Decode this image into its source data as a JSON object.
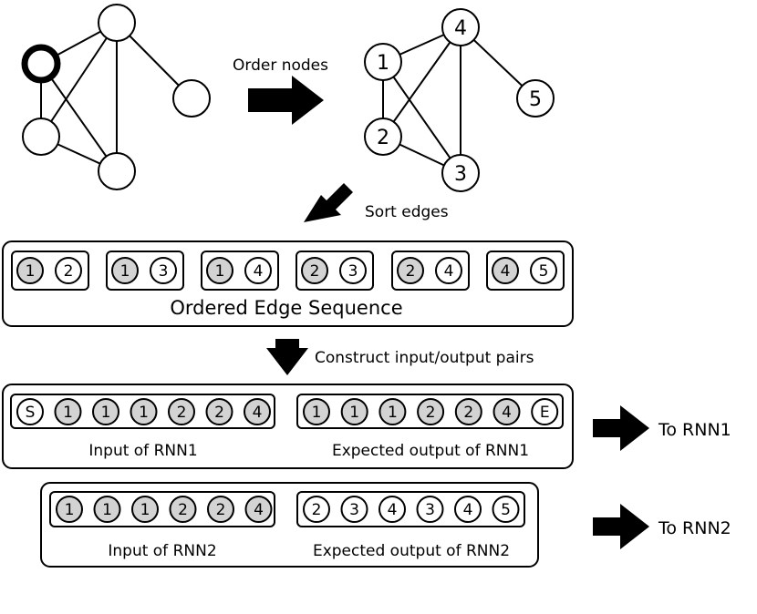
{
  "labels": {
    "order_nodes": "Order nodes",
    "sort_edges": "Sort edges",
    "ordered_edge_sequence": "Ordered Edge Sequence",
    "construct_pairs": "Construct input/output pairs",
    "input_rnn1": "Input of RNN1",
    "expected_rnn1": "Expected output of RNN1",
    "to_rnn1": "To RNN1",
    "input_rnn2": "Input of RNN2",
    "expected_rnn2": "Expected output of RNN2",
    "to_rnn2": "To RNN2"
  },
  "ordered_graph_node_labels": [
    "1",
    "2",
    "3",
    "4",
    "5"
  ],
  "edge_pairs": [
    [
      "1",
      "2"
    ],
    [
      "1",
      "3"
    ],
    [
      "1",
      "4"
    ],
    [
      "2",
      "3"
    ],
    [
      "2",
      "4"
    ],
    [
      "4",
      "5"
    ]
  ],
  "rnn1_input": [
    "S",
    "1",
    "1",
    "1",
    "2",
    "2",
    "4"
  ],
  "rnn1_output": [
    "1",
    "1",
    "1",
    "2",
    "2",
    "4",
    "E"
  ],
  "rnn2_input": [
    "1",
    "1",
    "1",
    "2",
    "2",
    "4"
  ],
  "rnn2_output": [
    "2",
    "3",
    "4",
    "3",
    "4",
    "5"
  ],
  "colors": {
    "stroke": "#000000",
    "shaded": "#d3d3d3",
    "unshaded": "#ffffff"
  }
}
